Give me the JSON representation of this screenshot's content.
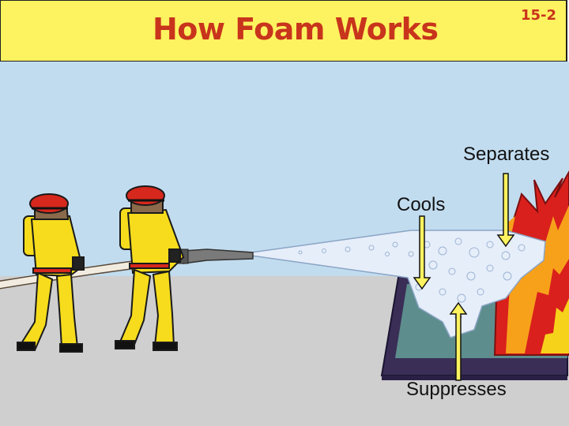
{
  "slide": {
    "title": "How Foam Works",
    "number": "15-2"
  },
  "labels": {
    "separates": "Separates",
    "cools": "Cools",
    "suppresses": "Suppresses"
  },
  "colors": {
    "title_bar": "#fdf25f",
    "title_text": "#c8341c",
    "sky": "#c2dcef",
    "ground": "#cfcfcf",
    "foam": "#e6eefa",
    "turnout_gear": "#f6dc1c",
    "helmet": "#d6281d",
    "flame_outer": "#d9201c",
    "flame_inner": "#f7a11b",
    "tank": "#3a2e57",
    "arrow_fill": "#fdf25f"
  }
}
